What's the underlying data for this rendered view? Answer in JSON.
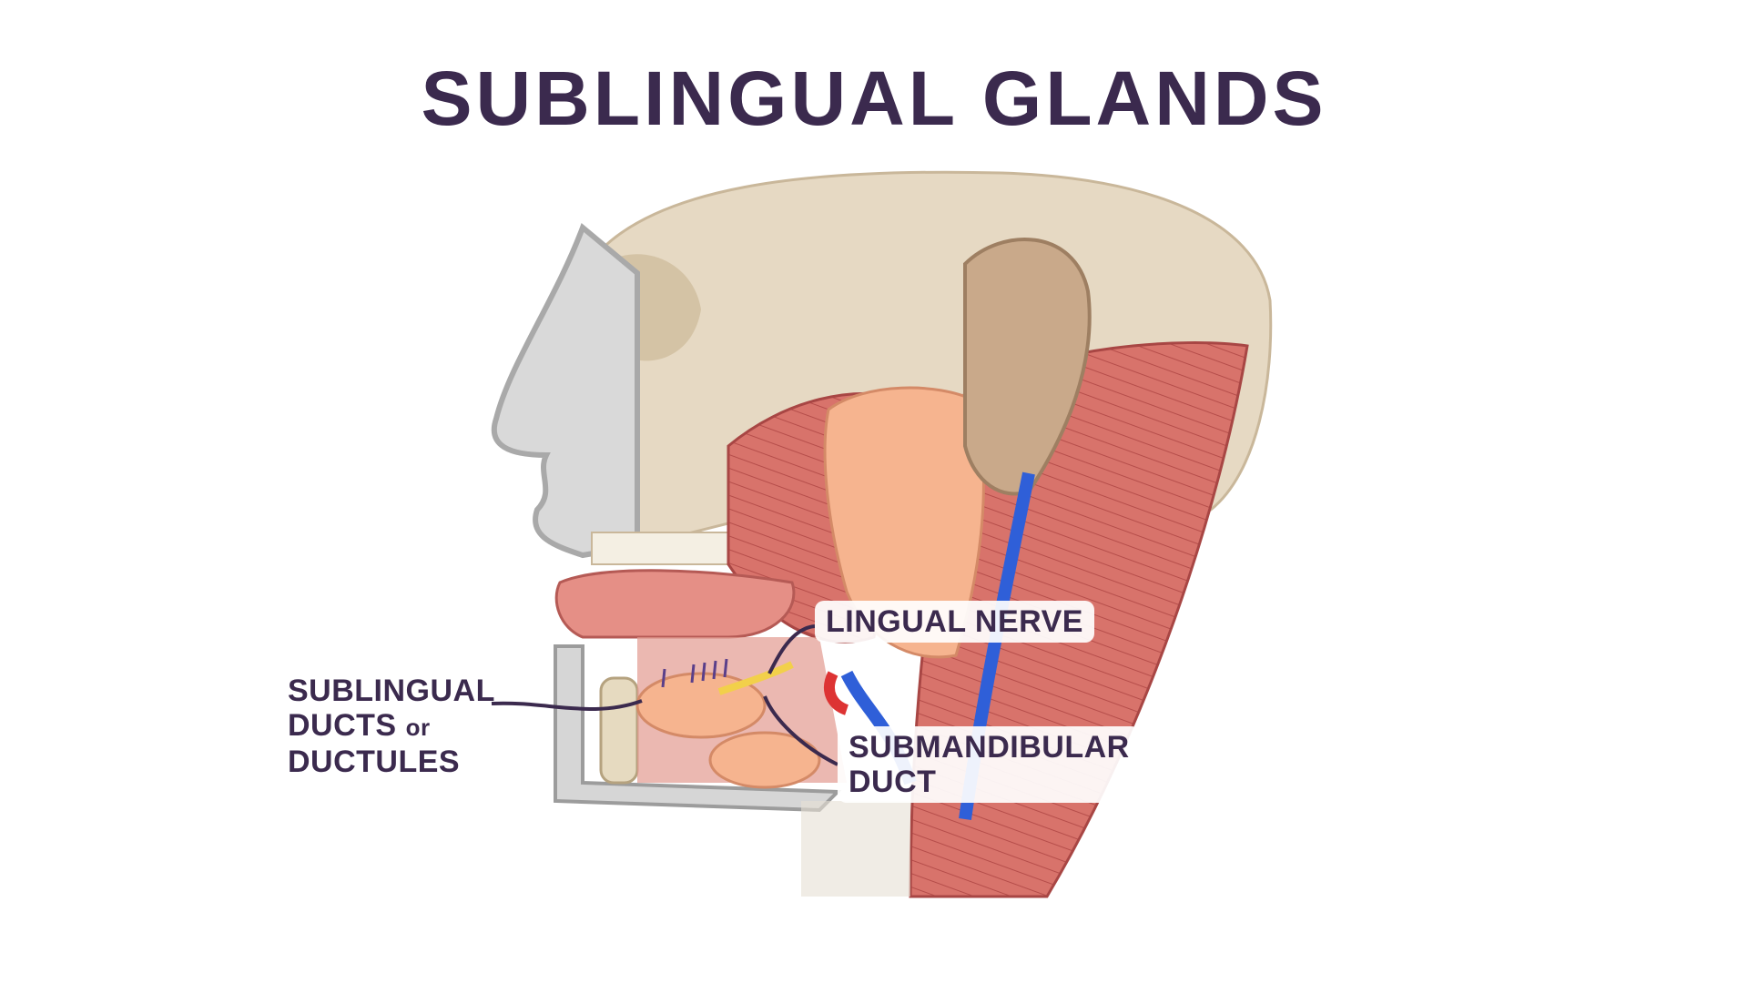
{
  "title": "SUBLINGUAL GLANDS",
  "labels": {
    "sublingual_ducts": {
      "line1": "SUBLINGUAL",
      "line2a": "DUCTS",
      "line2b": "or",
      "line3": "DUCTULES"
    },
    "lingual_nerve": "LINGUAL NERVE",
    "submandibular_duct": {
      "line1": "SUBMANDIBULAR",
      "line2": "DUCT"
    }
  },
  "colors": {
    "text": "#3b2a4e",
    "muscle": "#d9736c",
    "gland": "#f6b48f",
    "bone": "#e8dcc6",
    "vein": "#2f5fd8",
    "nerve": "#f2d04a"
  }
}
